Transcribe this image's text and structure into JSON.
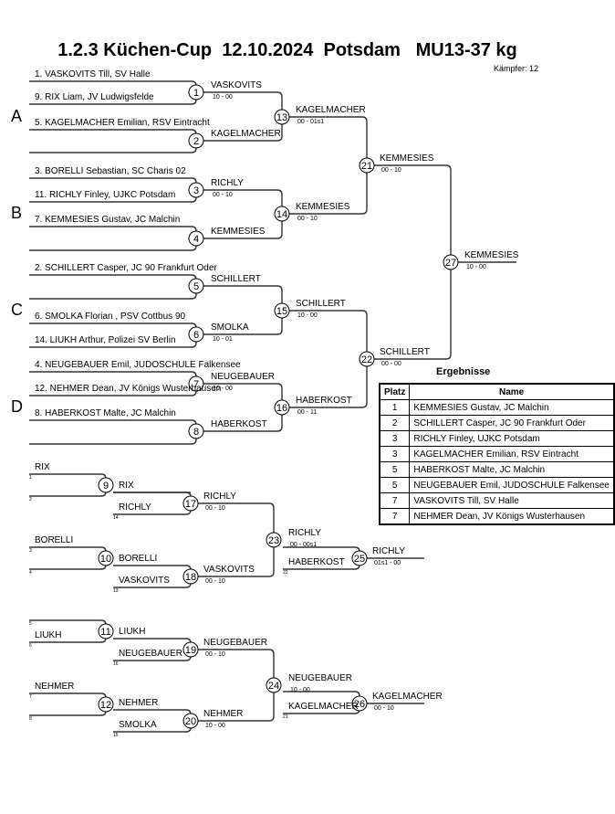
{
  "header": {
    "title": "1.2.3 Küchen-Cup  12.10.2024  Potsdam   MU13-37 kg",
    "fighters_count": "Kämpfer: 12"
  },
  "pools": [
    "A",
    "B",
    "C",
    "D"
  ],
  "entrants": [
    {
      "seed": 1,
      "text": "1. VASKOVITS Till, SV Halle"
    },
    {
      "seed": 9,
      "text": "9. RIX Liam, JV Ludwigsfelde"
    },
    {
      "seed": 5,
      "text": "5. KAGELMACHER Emilian, RSV Eintracht"
    },
    {
      "seed": 3,
      "text": "3. BORELLI Sebastian, SC Charis 02"
    },
    {
      "seed": 11,
      "text": "11. RICHLY Finley, UJKC Potsdam"
    },
    {
      "seed": 7,
      "text": "7. KEMMESIES Gustav, JC Malchin"
    },
    {
      "seed": 2,
      "text": "2. SCHILLERT Casper, JC 90 Frankfurt Oder"
    },
    {
      "seed": 6,
      "text": "6. SMOLKA Florian , PSV Cottbus 90"
    },
    {
      "seed": 14,
      "text": "14. LIUKH Arthur, Polizei SV Berlin"
    },
    {
      "seed": 4,
      "text": "4. NEUGEBAUER Emil, JUDOSCHULE Falkensee"
    },
    {
      "seed": 12,
      "text": "12. NEHMER Dean, JV Königs Wusterhausen"
    },
    {
      "seed": 8,
      "text": "8. HABERKOST Malte, JC Malchin"
    }
  ],
  "matches": [
    {
      "no": "1",
      "winner": "VASKOVITS",
      "score": "10 - 00"
    },
    {
      "no": "2",
      "winner": "KAGELMACHER",
      "score": ""
    },
    {
      "no": "3",
      "winner": "RICHLY",
      "score": "00 - 10"
    },
    {
      "no": "4",
      "winner": "KEMMESIES",
      "score": ""
    },
    {
      "no": "5",
      "winner": "SCHILLERT",
      "score": ""
    },
    {
      "no": "6",
      "winner": "SMOLKA",
      "score": "10 - 01"
    },
    {
      "no": "7",
      "winner": "NEUGEBAUER",
      "score": "10 - 00"
    },
    {
      "no": "8",
      "winner": "HABERKOST",
      "score": ""
    },
    {
      "no": "13",
      "winner": "KAGELMACHER",
      "score": "00 - 01s1"
    },
    {
      "no": "14",
      "winner": "KEMMESIES",
      "score": "00 - 10"
    },
    {
      "no": "15",
      "winner": "SCHILLERT",
      "score": "10 - 00"
    },
    {
      "no": "16",
      "winner": "HABERKOST",
      "score": "00 - 11"
    },
    {
      "no": "21",
      "winner": "KEMMESIES",
      "score": "00 - 10"
    },
    {
      "no": "22",
      "winner": "SCHILLERT",
      "score": "00 - 00"
    },
    {
      "no": "27",
      "winner": "KEMMESIES",
      "score": "10 - 00"
    }
  ],
  "repechage": {
    "entries": [
      {
        "name": "RIX",
        "ref": "1"
      },
      {
        "name": "",
        "ref": "2"
      },
      {
        "name": "RICHLY",
        "ref": "14"
      },
      {
        "name": "BORELLI",
        "ref": "3"
      },
      {
        "name": "",
        "ref": "4"
      },
      {
        "name": "VASKOVITS",
        "ref": "13"
      },
      {
        "name": "HABERKOST",
        "ref": "22"
      },
      {
        "name": "",
        "ref": "5"
      },
      {
        "name": "LIUKH",
        "ref": "6"
      },
      {
        "name": "NEUGEBAUER",
        "ref": "16"
      },
      {
        "name": "NEHMER",
        "ref": "7"
      },
      {
        "name": "",
        "ref": "8"
      },
      {
        "name": "SMOLKA",
        "ref": "15"
      },
      {
        "name": "KAGELMACHER",
        "ref": "21"
      }
    ],
    "matches": [
      {
        "no": "9",
        "winner": "RIX",
        "score": ""
      },
      {
        "no": "10",
        "winner": "BORELLI",
        "score": ""
      },
      {
        "no": "17",
        "winner": "RICHLY",
        "score": "00 - 10"
      },
      {
        "no": "18",
        "winner": "VASKOVITS",
        "score": "00 - 10"
      },
      {
        "no": "23",
        "winner": "RICHLY",
        "score": "00 - 00s1"
      },
      {
        "no": "25",
        "winner": "RICHLY",
        "score": "01s1 - 00"
      },
      {
        "no": "11",
        "winner": "LIUKH",
        "score": ""
      },
      {
        "no": "12",
        "winner": "NEHMER",
        "score": ""
      },
      {
        "no": "19",
        "winner": "NEUGEBAUER",
        "score": "00 - 10"
      },
      {
        "no": "20",
        "winner": "NEHMER",
        "score": "10 - 00"
      },
      {
        "no": "24",
        "winner": "NEUGEBAUER",
        "score": "10 - 00"
      },
      {
        "no": "26",
        "winner": "KAGELMACHER",
        "score": "00 - 10"
      }
    ]
  },
  "results": {
    "title": "Ergebnisse",
    "headers": [
      "Platz",
      "Name"
    ],
    "rows": [
      {
        "place": "1",
        "name": "KEMMESIES Gustav, JC Malchin"
      },
      {
        "place": "2",
        "name": "SCHILLERT Casper, JC 90 Frankfurt Oder"
      },
      {
        "place": "3",
        "name": "RICHLY Finley, UJKC Potsdam"
      },
      {
        "place": "3",
        "name": "KAGELMACHER Emilian, RSV Eintracht"
      },
      {
        "place": "5",
        "name": "HABERKOST Malte, JC Malchin"
      },
      {
        "place": "5",
        "name": "NEUGEBAUER Emil, JUDOSCHULE Falkensee"
      },
      {
        "place": "7",
        "name": "VASKOVITS Till, SV Halle"
      },
      {
        "place": "7",
        "name": "NEHMER Dean, JV Königs Wusterhausen"
      }
    ]
  }
}
